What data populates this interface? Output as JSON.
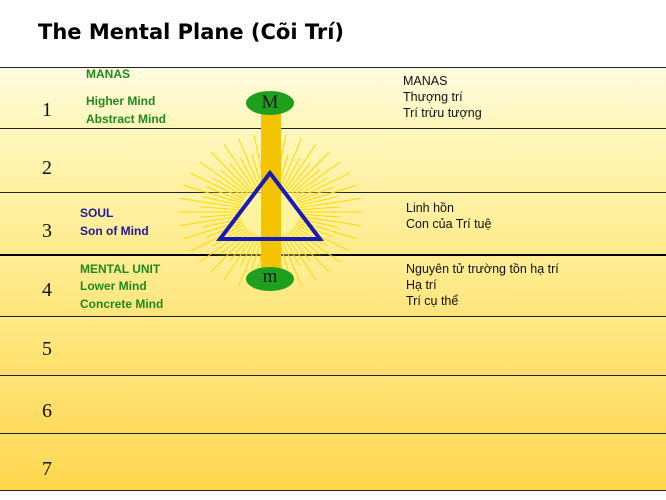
{
  "title": "The Mental Plane  (Cõi Trí)",
  "levels": [
    {
      "num": "1"
    },
    {
      "num": "2"
    },
    {
      "num": "3"
    },
    {
      "num": "4"
    },
    {
      "num": "5"
    },
    {
      "num": "6"
    },
    {
      "num": "7"
    }
  ],
  "left": {
    "manas": "MANAS",
    "higher_mind": "Higher Mind",
    "abstract_mind": "Abstract Mind",
    "soul": "SOUL",
    "son_of_mind": "Son of Mind",
    "mental_unit": "MENTAL UNIT",
    "lower_mind": "Lower Mind",
    "concrete_mind": "Concrete Mind"
  },
  "right": {
    "l1": [
      "MANAS",
      "Thượng trí",
      "Trí trừu tượng"
    ],
    "l3": [
      "Linh hồn",
      "Con của Trí tuệ"
    ],
    "l4": [
      "Nguyên tử trường tồn hạ trí",
      "Hạ trí",
      "Trí cụ thể"
    ]
  },
  "symbols": {
    "upper_oval": "M",
    "lower_oval": "m"
  },
  "colors": {
    "green_text": "#1e8a1e",
    "blue_text": "#1a1a9e",
    "oval_fill": "#1ea01e",
    "triangle": "#1a1ab4",
    "column": "#f5c400"
  }
}
